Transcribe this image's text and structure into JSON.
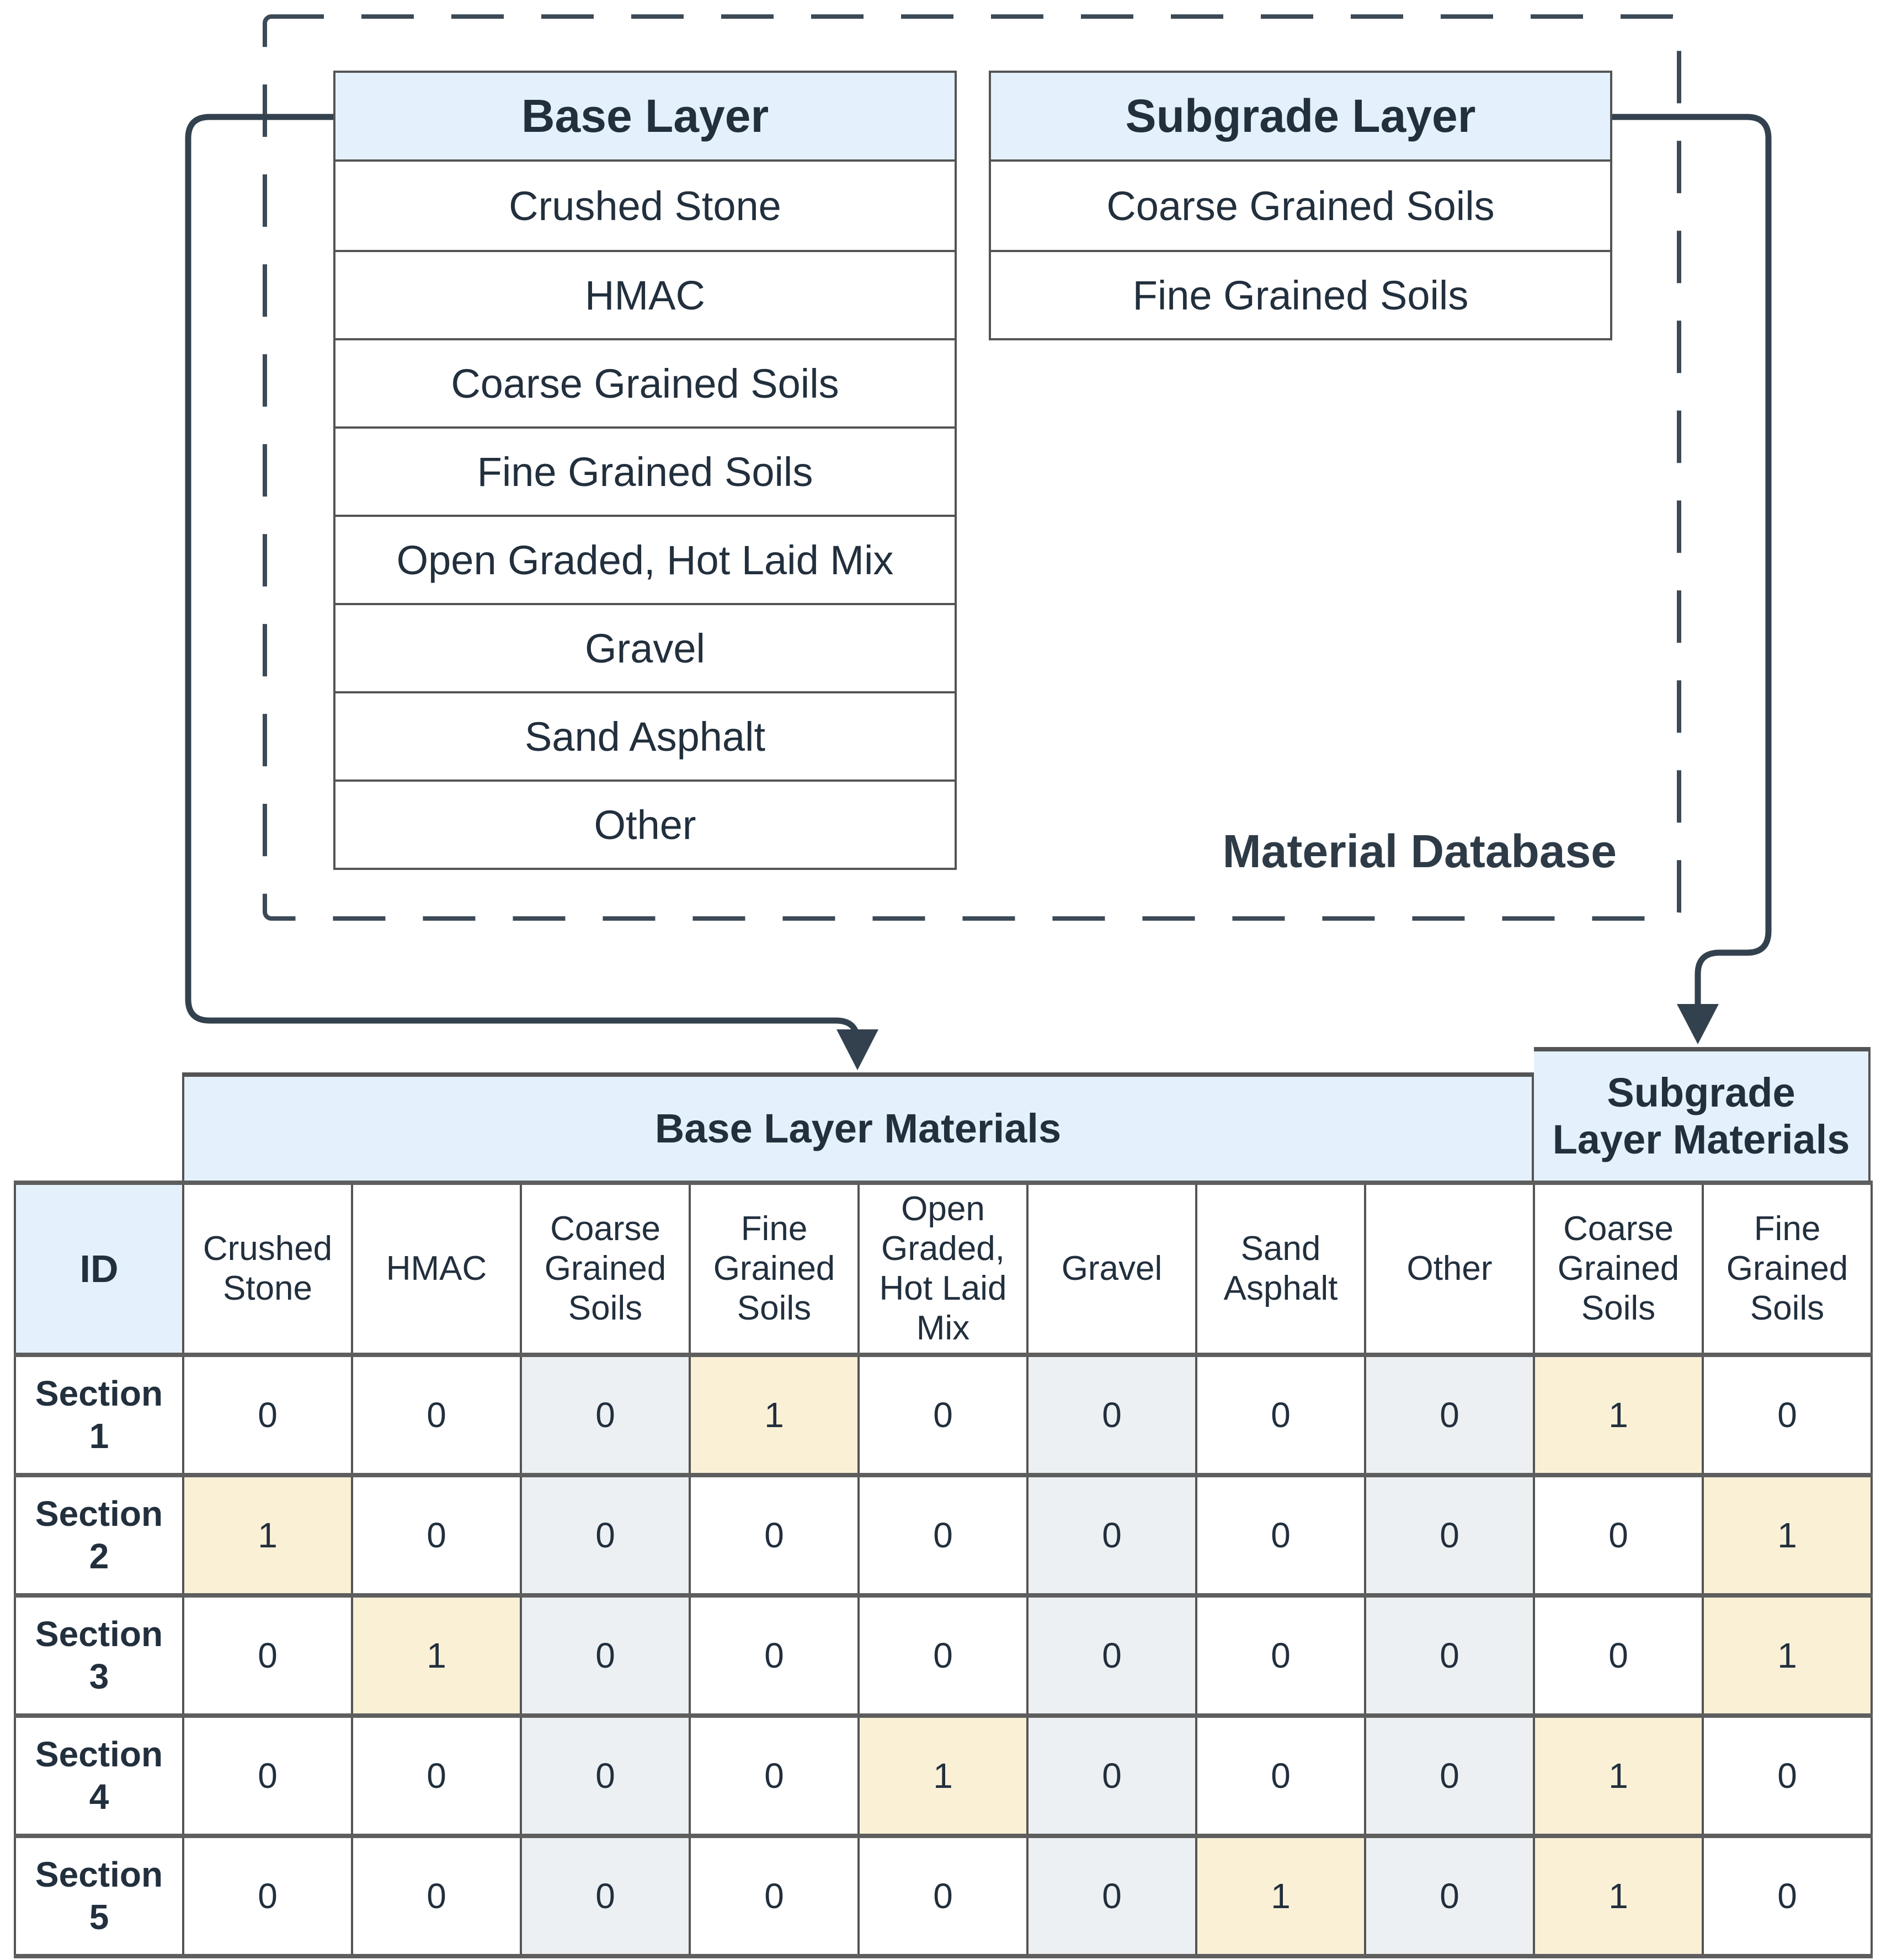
{
  "diagram": {
    "database_label": "Material Database",
    "base_layer": {
      "title": "Base Layer",
      "items": [
        "Crushed Stone",
        "HMAC",
        "Coarse Grained Soils",
        "Fine Grained Soils",
        "Open Graded, Hot Laid Mix",
        "Gravel",
        "Sand Asphalt",
        "Other"
      ]
    },
    "subgrade_layer": {
      "title": "Subgrade Layer",
      "items": [
        "Coarse Grained Soils",
        "Fine Grained Soils"
      ]
    }
  },
  "table": {
    "band_base": "Base Layer Materials",
    "band_subgrade": "Subgrade Layer Materials",
    "id_header": "ID",
    "columns": [
      "Crushed Stone",
      "HMAC",
      "Coarse Grained Soils",
      "Fine Grained Soils",
      "Open Graded, Hot Laid Mix",
      "Gravel",
      "Sand Asphalt",
      "Other",
      "Coarse Grained Soils",
      "Fine Grained Soils"
    ],
    "striped_column_indices": [
      2,
      5,
      7
    ],
    "rows": [
      {
        "id": "Section 1",
        "values": [
          0,
          0,
          0,
          1,
          0,
          0,
          0,
          0,
          1,
          0
        ]
      },
      {
        "id": "Section 2",
        "values": [
          1,
          0,
          0,
          0,
          0,
          0,
          0,
          0,
          0,
          1
        ]
      },
      {
        "id": "Section 3",
        "values": [
          0,
          1,
          0,
          0,
          0,
          0,
          0,
          0,
          0,
          1
        ]
      },
      {
        "id": "Section 4",
        "values": [
          0,
          0,
          0,
          0,
          1,
          0,
          0,
          0,
          1,
          0
        ]
      },
      {
        "id": "Section 5",
        "values": [
          0,
          0,
          0,
          0,
          0,
          0,
          1,
          0,
          1,
          0
        ]
      }
    ]
  },
  "colors": {
    "header_blue": "#e4f1fc",
    "highlight_cream": "#faf0d6",
    "stripe_gray": "#edf0f2",
    "border_gray": "#545454",
    "connector_dark": "#33414f",
    "dashed_dark": "#3c4a57",
    "text_dark": "#222f3d"
  }
}
